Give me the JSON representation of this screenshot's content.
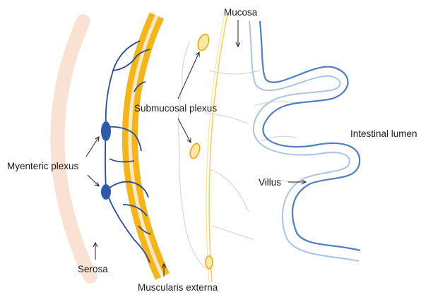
{
  "labels": {
    "mucosa": "Mucosa",
    "submucosal_plexus": "Submucosal  plexus",
    "intestinal_lumen": "Intestinal lumen",
    "myenteric_plexus": "Myenteric plexus",
    "villus": "Villus",
    "serosa": "Serosa",
    "muscularis_externa": "Muscularis externa"
  },
  "colors": {
    "serosa": "#f9e1d3",
    "muscularis": "#f3b51a",
    "muscularis_inner": "#fbe8c4",
    "nerve": "#2b4d8c",
    "ganglion": "#2f5aa8",
    "submucosal_ganglion": "#f5c542",
    "mucosa_line": "#f6cf5c",
    "villus_outer": "#4f7fbf",
    "villus_inner": "#a9c4e6",
    "vessels": "#d9dcd2"
  }
}
